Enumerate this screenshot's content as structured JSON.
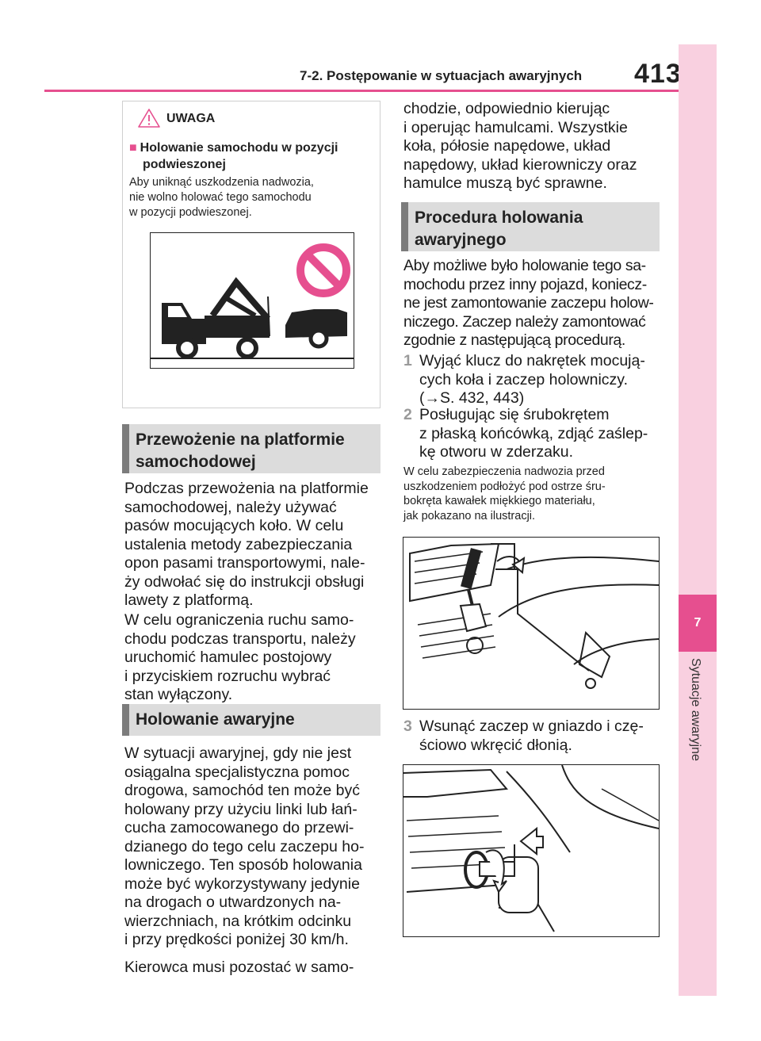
{
  "header": {
    "section_title": "7-2. Postępowanie w sytuacjach awaryjnych",
    "page_number": "413"
  },
  "sidebar": {
    "chapter_number": "7",
    "chapter_title": "Sytuacje awaryjne"
  },
  "warning": {
    "label": "UWAGA",
    "subheading_line1": "Holowanie samochodu w pozycji",
    "subheading_line2": "podwieszonej",
    "text_line1": "Aby uniknąć uszkodzenia nadwozia,",
    "text_line2": "nie wolno holować tego samochodu",
    "text_line3": "w pozycji podwieszonej."
  },
  "section_platform": {
    "heading_line1": "Przewożenie na platformie",
    "heading_line2": "samochodowej",
    "para1": [
      "Podczas przewożenia na platformie",
      "samochodowej, należy używać",
      "pasów mocujących koło. W celu",
      "ustalenia metody zabezpieczania",
      "opon pasami transportowymi, nale-",
      "ży odwołać się do instrukcji obsługi",
      "lawety z platformą."
    ],
    "para2": [
      "W celu ograniczenia ruchu samo-",
      "chodu podczas transportu, należy",
      "uruchomić hamulec postojowy",
      "i przyciskiem rozruchu wybrać",
      "stan wyłączony."
    ]
  },
  "section_emergency": {
    "heading": "Holowanie awaryjne",
    "para1": [
      "W sytuacji awaryjnej, gdy nie jest",
      "osiągalna specjalistyczna pomoc",
      "drogowa, samochód ten może być",
      "holowany przy użyciu linki lub łań-",
      "cucha zamocowanego do przewi-",
      "dzianego do tego celu zaczepu ho-",
      "lowniczego. Ten sposób holowania",
      "może być wykorzystywany jedynie",
      "na drogach o utwardzonych na-",
      "wierzchniach, na krótkim odcinku",
      "i przy prędkości poniżej 30 km/h."
    ],
    "para2_line1": "Kierowca musi pozostać w samo-",
    "para2_cont": [
      "chodzie, odpowiednio kierując",
      "i operując hamulcami. Wszystkie",
      "koła, półosie napędowe, układ",
      "napędowy, układ kierowniczy oraz",
      "hamulce muszą być sprawne."
    ]
  },
  "section_procedure": {
    "heading_line1": "Procedura holowania",
    "heading_line2": "awaryjnego",
    "intro": [
      "Aby możliwe było holowanie tego sa-",
      "mochodu przez inny pojazd, koniecz-",
      "ne jest zamontowanie zaczepu holow-",
      "niczego. Zaczep należy zamontować",
      "zgodnie z następującą procedurą."
    ],
    "step1_num": "1",
    "step1": [
      "Wyjąć klucz do nakrętek mocują-",
      "cych koła i zaczep holowniczy.",
      "(→S. 432, 443)"
    ],
    "step2_num": "2",
    "step2": [
      "Posługując się śrubokrętem",
      "z płaską końcówką, zdjąć zaślep-",
      "kę otworu w zderzaku."
    ],
    "note": [
      "W celu zabezpieczenia nadwozia przed",
      "uszkodzeniem podłożyć pod ostrze śru-",
      "bokręta kawałek miękkiego materiału,",
      "jak pokazano na ilustracji."
    ],
    "step3_num": "3",
    "step3": [
      "Wsunąć zaczep w gniazdo i czę-",
      "ściowo wkręcić dłonią."
    ]
  },
  "colors": {
    "accent": "#e64f8f",
    "sidebar_bg": "#f9d0e0",
    "section_bg": "#dcdcdc",
    "section_bar": "#7c7c7c"
  }
}
